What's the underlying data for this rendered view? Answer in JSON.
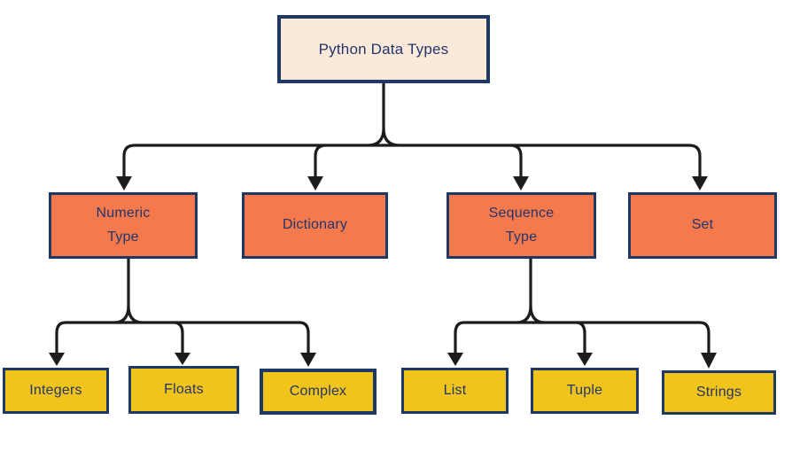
{
  "diagram": {
    "root": {
      "label": "Python Data Types"
    },
    "level2": [
      {
        "label": "Numeric\nType"
      },
      {
        "label": "Dictionary"
      },
      {
        "label": "Sequence\nType"
      },
      {
        "label": "Set"
      }
    ],
    "level3": [
      {
        "label": "Integers"
      },
      {
        "label": "Floats"
      },
      {
        "label": "Complex"
      },
      {
        "label": "List"
      },
      {
        "label": "Tuple"
      },
      {
        "label": "Strings"
      }
    ]
  },
  "colors": {
    "background": "#ffffff",
    "root_fill": "#fbe9d9",
    "category_fill": "#f4794d",
    "leaf_fill": "#f0c41b",
    "box_border": "#1f3864",
    "connector": "#1c1c1c",
    "label_text": "#24356b"
  }
}
